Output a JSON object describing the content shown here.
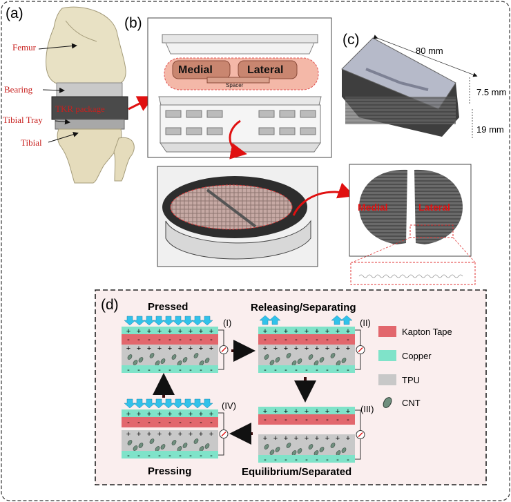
{
  "panels": {
    "a": "(a)",
    "b": "(b)",
    "c": "(c)",
    "d": "(d)"
  },
  "panel_a": {
    "femur": "Femur",
    "bearing": "Bearing",
    "tkr_package": "TKR package",
    "tibial_tray": "Tibial Tray",
    "tibial": "Tibial"
  },
  "panel_b": {
    "medial": "Medial",
    "lateral": "Lateral",
    "spacer": "Spacer"
  },
  "panel_c": {
    "width": "80 mm",
    "height_top": "7.5 mm",
    "height_bottom": "19 mm"
  },
  "sensor": {
    "medial": "Medial",
    "lateral": "Lateral"
  },
  "panel_d": {
    "states": {
      "pressed": "Pressed",
      "pressed_num": "(I)",
      "releasing": "Releasing/Separating",
      "releasing_num": "(II)",
      "equilibrium": "Equilibrium/Separated",
      "equilibrium_num": "(III)",
      "pressing": "Pressing",
      "pressing_num": "(IV)"
    },
    "legend": {
      "kapton": "Kapton Tape",
      "copper": "Copper",
      "tpu": "TPU",
      "cnt": "CNT"
    }
  },
  "colors": {
    "kapton": "#e2676d",
    "copper": "#7fe3c9",
    "tpu": "#c8c8c8",
    "cnt": "#6f8f7e",
    "arrow": "#32c2ea",
    "label_red": "#c8201e",
    "panel_d_bg": "#faeeee"
  }
}
